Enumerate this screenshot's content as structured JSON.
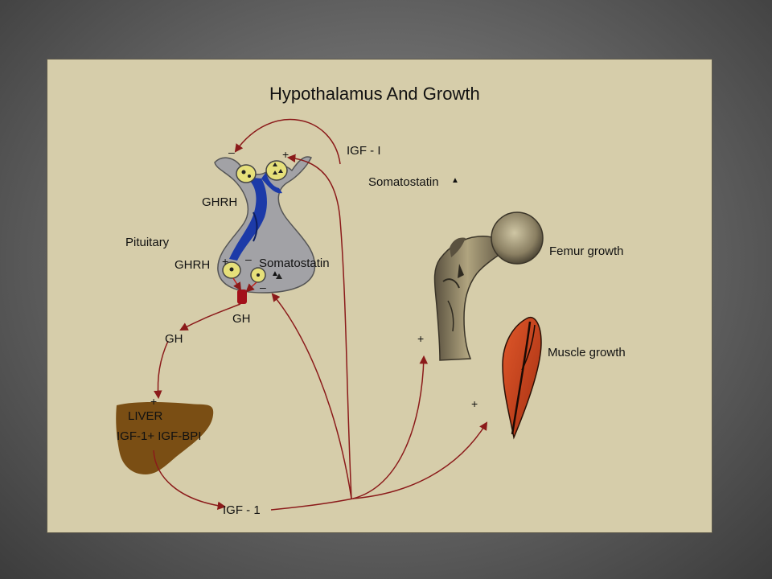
{
  "title": "Hypothalamus And Growth",
  "labels": {
    "igf_i_top": "IGF - I",
    "somatostatin_top": "Somatostatin",
    "ghrh_upper": "GHRH",
    "pituitary": "Pituitary",
    "ghrh_lower": "GHRH",
    "somatostatin_lower": "Somatostatin",
    "gh_pituitary": "GH",
    "gh_left": "GH",
    "liver": "LIVER",
    "liver_products": "IGF-1+ IGF-BPI",
    "igf_1_bottom": "IGF - 1",
    "femur_growth": "Femur growth",
    "muscle_growth": "Muscle growth"
  },
  "signs": {
    "hypo_minus": "–",
    "hypo_plus": "+",
    "pit_plus": "+",
    "pit_minus": "–",
    "pit_minus2": "–",
    "liver_plus": "+",
    "femur_plus": "+",
    "muscle_plus": "+"
  },
  "colors": {
    "background": "#d6cdaa",
    "arrow": "#8b1a1a",
    "gland": "#a2a2a6",
    "tract": "#1c3aa8",
    "neuron": "#e6e07a",
    "liver": "#7a4e14",
    "muscle": "#c8401a",
    "bone": "#6e6450"
  }
}
